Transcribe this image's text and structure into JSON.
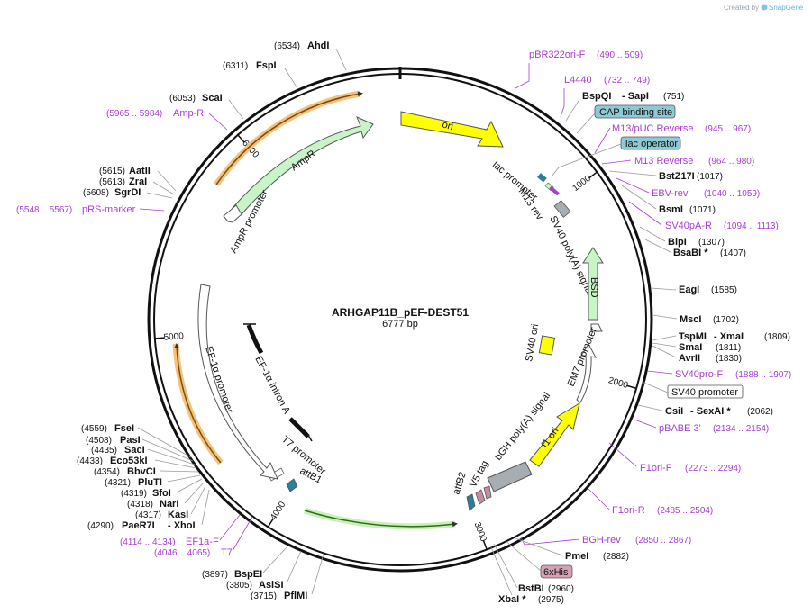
{
  "credit": {
    "created_by": "Created by",
    "brand": "SnapGene"
  },
  "plasmid": {
    "name": "ARHGAP11B_pEF-DEST51",
    "length": "6777 bp"
  },
  "ticks": [
    {
      "label": "1000",
      "bp": 1000
    },
    {
      "label": "2000",
      "bp": 2000
    },
    {
      "label": "3000",
      "bp": 3000
    },
    {
      "label": "4000",
      "bp": 4000
    },
    {
      "label": "5000",
      "bp": 5000
    },
    {
      "label": "6000",
      "bp": 6000
    }
  ],
  "enzymes": [
    {
      "pos": "(6534)",
      "name": "AhdI",
      "extra": ""
    },
    {
      "pos": "(6311)",
      "name": "FspI",
      "extra": ""
    },
    {
      "pos": "(6053)",
      "name": "ScaI",
      "extra": ""
    },
    {
      "pos": "(5615)",
      "name": "AatII",
      "extra": ""
    },
    {
      "pos": "(5613)",
      "name": "ZraI",
      "extra": ""
    },
    {
      "pos": "(5608)",
      "name": "SgrDI",
      "extra": ""
    },
    {
      "pos": "(751)",
      "name": "BspQI",
      "extra": "- SapI"
    },
    {
      "pos": "(1017)",
      "name": "BstZ17I",
      "extra": ""
    },
    {
      "pos": "(1071)",
      "name": "BsmI",
      "extra": ""
    },
    {
      "pos": "(1307)",
      "name": "BlpI",
      "extra": ""
    },
    {
      "pos": "(1407)",
      "name": "BsaBI *",
      "extra": ""
    },
    {
      "pos": "(1585)",
      "name": "EagI",
      "extra": ""
    },
    {
      "pos": "(1702)",
      "name": "MscI",
      "extra": ""
    },
    {
      "pos": "(1809)",
      "name": "TspMI",
      "extra": "- XmaI"
    },
    {
      "pos": "(1811)",
      "name": "SmaI",
      "extra": ""
    },
    {
      "pos": "(1830)",
      "name": "AvrII",
      "extra": ""
    },
    {
      "pos": "(2062)",
      "name": "CsiI",
      "extra": "- SexAI *"
    },
    {
      "pos": "(2882)",
      "name": "PmeI",
      "extra": ""
    },
    {
      "pos": "(2960)",
      "name": "BstBI",
      "extra": ""
    },
    {
      "pos": "(2975)",
      "name": "XbaI *",
      "extra": ""
    },
    {
      "pos": "(4559)",
      "name": "FseI",
      "extra": ""
    },
    {
      "pos": "(4508)",
      "name": "PasI",
      "extra": ""
    },
    {
      "pos": "(4435)",
      "name": "SacI",
      "extra": ""
    },
    {
      "pos": "(4433)",
      "name": "Eco53kI",
      "extra": ""
    },
    {
      "pos": "(4354)",
      "name": "BbvCI",
      "extra": ""
    },
    {
      "pos": "(4321)",
      "name": "PluTI",
      "extra": ""
    },
    {
      "pos": "(4319)",
      "name": "SfoI",
      "extra": ""
    },
    {
      "pos": "(4318)",
      "name": "NarI",
      "extra": ""
    },
    {
      "pos": "(4317)",
      "name": "KasI",
      "extra": ""
    },
    {
      "pos": "(4290)",
      "name": "PaeR7I",
      "extra": "- XhoI"
    },
    {
      "pos": "(3897)",
      "name": "BspEI",
      "extra": ""
    },
    {
      "pos": "(3805)",
      "name": "AsiSI",
      "extra": ""
    },
    {
      "pos": "(3715)",
      "name": "PflMI",
      "extra": ""
    }
  ],
  "primers": [
    {
      "name": "pBR322ori-F",
      "range": "(490 .. 509)"
    },
    {
      "name": "L4440",
      "range": "(732 .. 749)"
    },
    {
      "name": "M13/pUC Reverse",
      "range": "(945 .. 967)"
    },
    {
      "name": "M13 Reverse",
      "range": "(964 .. 980)"
    },
    {
      "name": "EBV-rev",
      "range": "(1040 .. 1059)"
    },
    {
      "name": "SV40pA-R",
      "range": "(1094 .. 1113)"
    },
    {
      "name": "SV40pro-F",
      "range": "(1888 .. 1907)"
    },
    {
      "name": "pBABE 3'",
      "range": "(2134 .. 2154)"
    },
    {
      "name": "F1ori-F",
      "range": "(2273 .. 2294)"
    },
    {
      "name": "F1ori-R",
      "range": "(2485 .. 2504)"
    },
    {
      "name": "BGH-rev",
      "range": "(2850 .. 2867)"
    },
    {
      "name": "Amp-R",
      "range": "(5965 .. 5984)"
    },
    {
      "name": "pRS-marker",
      "range": "(5548 .. 5567)"
    },
    {
      "name": "EF1a-F",
      "range": "(4114 .. 4134)"
    },
    {
      "name": "T7",
      "range": "(4046 .. 4065)"
    }
  ],
  "boxed_features": [
    {
      "name": "CAP binding site",
      "fill": "#8ec9d6"
    },
    {
      "name": "lac operator",
      "fill": "#8ec9d6"
    },
    {
      "name": "SV40 promoter",
      "fill": "#ffffff"
    },
    {
      "name": "6xHis",
      "fill": "#d6a0b6"
    }
  ],
  "features": [
    {
      "name": "ori"
    },
    {
      "name": "AmpR"
    },
    {
      "name": "AmpR promoter"
    },
    {
      "name": "lac promoter"
    },
    {
      "name": "M13 rev"
    },
    {
      "name": "SV40 poly(A) signal"
    },
    {
      "name": "BSD"
    },
    {
      "name": "EM7 promoter"
    },
    {
      "name": "SV40 ori"
    },
    {
      "name": "f1 ori"
    },
    {
      "name": "bGH poly(A) signal"
    },
    {
      "name": "V5 tag"
    },
    {
      "name": "attB2"
    },
    {
      "name": "attB1"
    },
    {
      "name": "T7 promoter"
    },
    {
      "name": "EF-1α promoter"
    },
    {
      "name": "EF-1α intron A"
    }
  ],
  "colors": {
    "ori": "#ffff00",
    "amp": "#c8f5c8",
    "orf": "#f4a83a",
    "promoter": "#ffffff",
    "polyA": "#a6adb3",
    "att": "#2a7f9a",
    "tag": "#c48ca4",
    "primer": "#a83dd3"
  }
}
